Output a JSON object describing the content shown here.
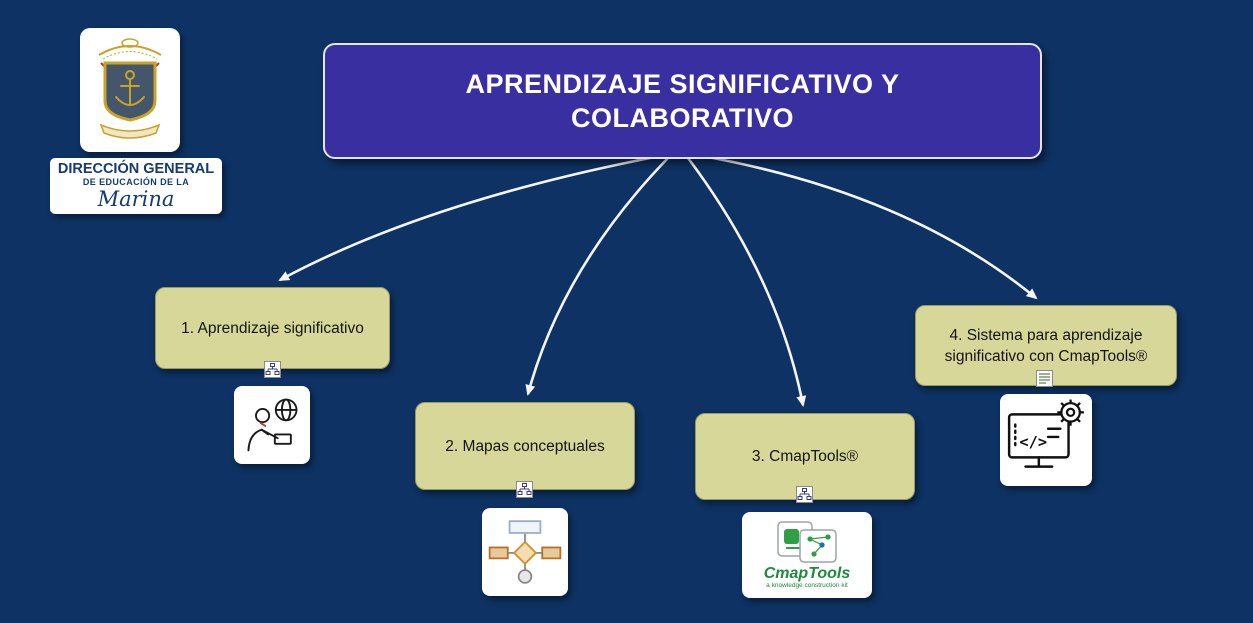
{
  "colors": {
    "background": "#0d3263",
    "title_fill": "#3a2fa0",
    "title_border": "#e4e4f2",
    "title_text": "#ffffff",
    "node_fill": "#d8d79a",
    "node_text": "#141414",
    "arrow": "#f5f5f5",
    "branding_text": "#163a73",
    "cmap_green": "#1e8a3c"
  },
  "branding": {
    "emblem": "navy-coat-of-arms",
    "line1": "DIRECCIÓN GENERAL",
    "line2": "DE EDUCACIÓN DE LA",
    "line3": "Marina"
  },
  "title": {
    "text": "APRENDIZAJE SIGNIFICATIVO Y COLABORATIVO"
  },
  "nodes": [
    {
      "label": "1. Aprendizaje significativo",
      "attachment_icon": "sitemap-icon",
      "illustration": "person-with-globe-illustration"
    },
    {
      "label": "2. Mapas conceptuales",
      "attachment_icon": "sitemap-icon",
      "illustration": "flowchart-illustration"
    },
    {
      "label": "3. CmapTools®",
      "attachment_icon": "sitemap-icon",
      "illustration": "cmaptools-logo"
    },
    {
      "label": "4. Sistema para aprendizaje significativo con CmapTools®",
      "attachment_icon": "document-icon",
      "illustration": "computer-code-gear-illustration"
    }
  ],
  "cmaptools_logo": {
    "name": "CmapTools",
    "tagline": "a knowledge construction kit"
  }
}
